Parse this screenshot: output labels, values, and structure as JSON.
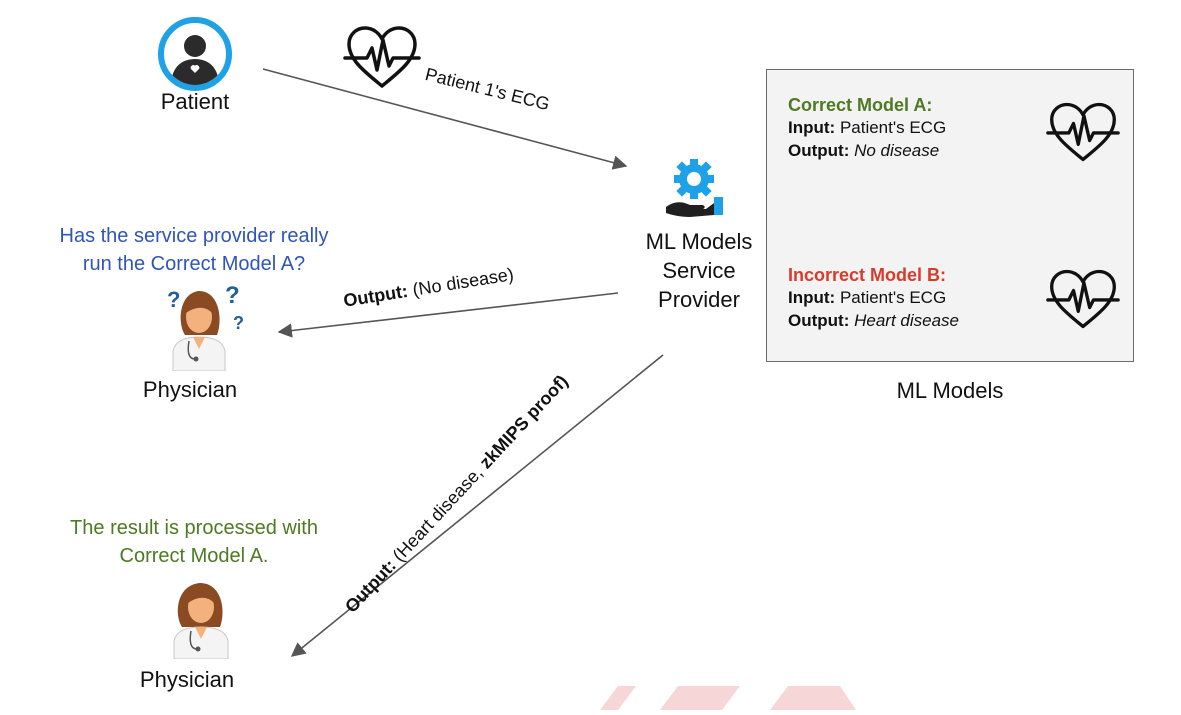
{
  "nodes": {
    "patient": {
      "label": "Patient",
      "icon": "patient-avatar-icon"
    },
    "provider": {
      "line1": "ML Models",
      "line2": "Service",
      "line3": "Provider",
      "icon": "gear-hand-icon"
    },
    "physician_top": {
      "label": "Physician",
      "icon": "physician-confused-icon"
    },
    "physician_bottom": {
      "label": "Physician",
      "icon": "physician-icon"
    }
  },
  "questions": {
    "doubt_line1": "Has the service provider really",
    "doubt_line2": "run the Correct Model A?",
    "confirm_line1": "The result is processed with",
    "confirm_line2": "Correct Model A."
  },
  "edges": {
    "ecg": {
      "text": "Patient 1's ECG",
      "icon": "heartbeat-icon"
    },
    "output_plain": {
      "label": "Output:",
      "value": "(No disease)"
    },
    "output_proof": {
      "label": "Output:",
      "value_prefix": "(Heart disease, ",
      "value_bold": "zkMIPS proof)"
    }
  },
  "models_panel": {
    "caption": "ML Models",
    "model_a": {
      "title": "Correct Model A:",
      "input_label": "Input:",
      "input_value": "Patient's ECG",
      "output_label": "Output:",
      "output_value": "No disease",
      "icon": "heartbeat-icon"
    },
    "model_b": {
      "title": "Incorrect Model B:",
      "input_label": "Input:",
      "input_value": "Patient's ECG",
      "output_label": "Output:",
      "output_value": "Heart disease",
      "icon": "heartbeat-icon"
    }
  },
  "colors": {
    "correct_green": "#4d7a22",
    "incorrect_red": "#d93a2b",
    "question_blue": "#2f55b8",
    "accent_blue": "#1ea1e6",
    "arrow_gray": "#555555"
  }
}
